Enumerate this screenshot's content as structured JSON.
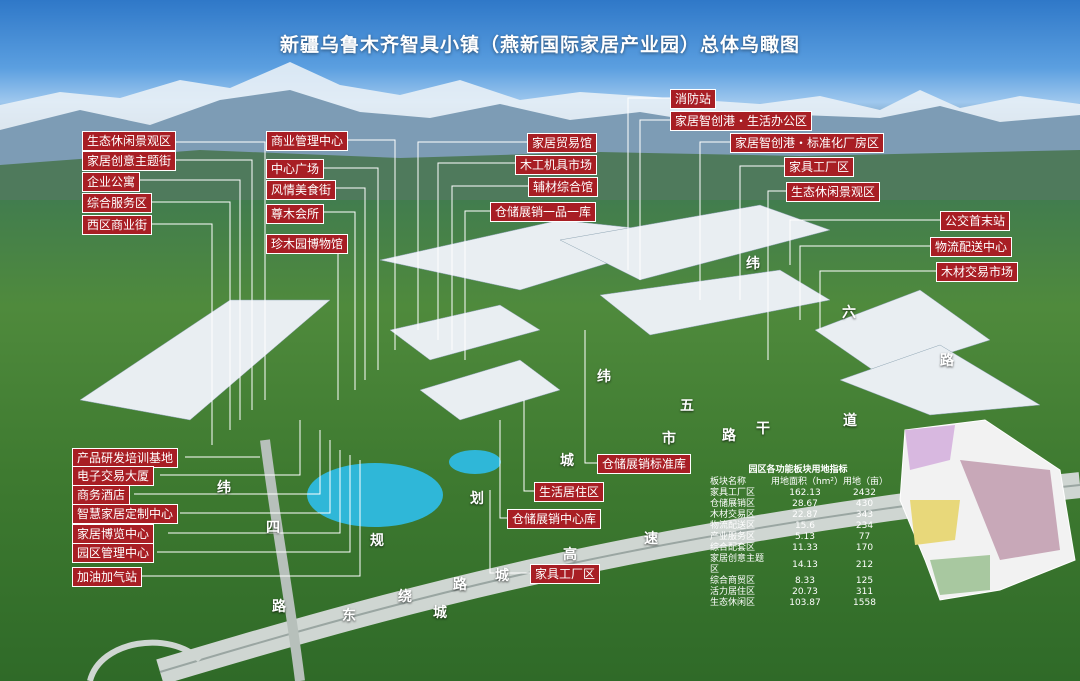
{
  "title": "新疆乌鲁木齐智具小镇（燕新国际家居产业园）总体鸟瞰图",
  "labels_left": [
    "生态休闲景观区",
    "家居创意主题街",
    "企业公寓",
    "综合服务区",
    "西区商业街"
  ],
  "labels_mid": [
    "商业管理中心",
    "中心广场",
    "风情美食街",
    "尊木会所",
    "珍木园博物馆"
  ],
  "labels_center": [
    "家居贸易馆",
    "木工机具市场",
    "辅材综合馆",
    "仓储展销一品一库"
  ],
  "labels_right_top": [
    "消防站",
    "家居智创港・生活办公区",
    "家居智创港・标准化厂房区",
    "家具工厂区",
    "生态休闲景观区"
  ],
  "labels_right": [
    "公交首末站",
    "物流配送中心",
    "木材交易市场"
  ],
  "labels_bottom_left": [
    "产品研发培训基地",
    "电子交易大厦",
    "商务酒店",
    "智慧家居定制中心",
    "家居博览中心",
    "园区管理中心",
    "加油加气站"
  ],
  "labels_bottom_mid": [
    "仓储展销标准库",
    "生活居住区",
    "仓储展销中心库",
    "家具工厂区"
  ],
  "roads": [
    "纬",
    "六",
    "路",
    "五",
    "路",
    "干",
    "道",
    "纬",
    "市",
    "城",
    "纬",
    "四",
    "路",
    "规",
    "划",
    "城",
    "高",
    "速",
    "东",
    "绕",
    "路",
    "城"
  ],
  "table": {
    "heading": "园区各功能板块用地指标",
    "headers": [
      "板块名称",
      "用地面积（hm²）",
      "用地（亩）"
    ],
    "rows": [
      [
        "家具工厂区",
        "162.13",
        "2432"
      ],
      [
        "仓储展销区",
        "28.67",
        "430"
      ],
      [
        "木材交易区",
        "22.87",
        "343"
      ],
      [
        "物流配送区",
        "15.6",
        "234"
      ],
      [
        "产业服务区",
        "5.13",
        "77"
      ],
      [
        "综合配套区",
        "11.33",
        "170"
      ],
      [
        "家居创意主题区",
        "14.13",
        "212"
      ],
      [
        "综合商贸区",
        "8.33",
        "125"
      ],
      [
        "活力居住区",
        "20.73",
        "311"
      ],
      [
        "生态休闲区",
        "103.87",
        "1558"
      ]
    ]
  }
}
